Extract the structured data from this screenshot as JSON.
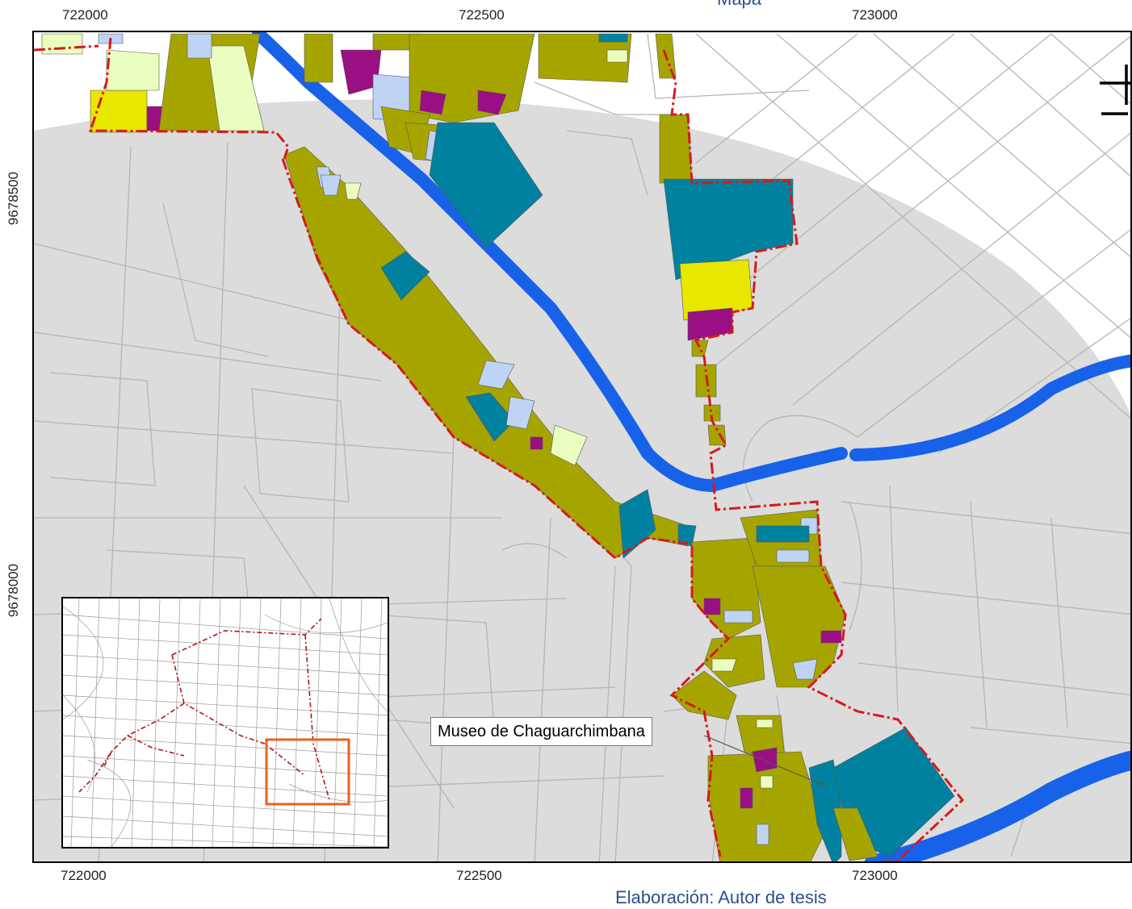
{
  "map": {
    "header_text": "Mapa",
    "footer_text": "Elaboración: Autor de tesis",
    "grid_labels_top": [
      "722000",
      "722500",
      "723000"
    ],
    "grid_labels_bottom": [
      "722000",
      "722500",
      "723000"
    ],
    "grid_labels_left": [
      "9678500",
      "9678000"
    ],
    "callout": "Museo de Chaguarchimbana"
  },
  "colors": {
    "parcel_olive": "#a6a500",
    "parcel_teal": "#00819f",
    "parcel_yellow": "#e9e600",
    "parcel_magenta": "#9a0f83",
    "parcel_lightblue": "#bfd3f5",
    "parcel_pale": "#eaffbf",
    "river": "#1762e8",
    "boundary": "#d7191c",
    "buffer_zone": "#dcdcdc",
    "streets": "#b5b5b5",
    "inset_highlight": "#e8631a",
    "text_blue": "#2d4f8c"
  },
  "icons": [
    "north-arrow-icon"
  ]
}
